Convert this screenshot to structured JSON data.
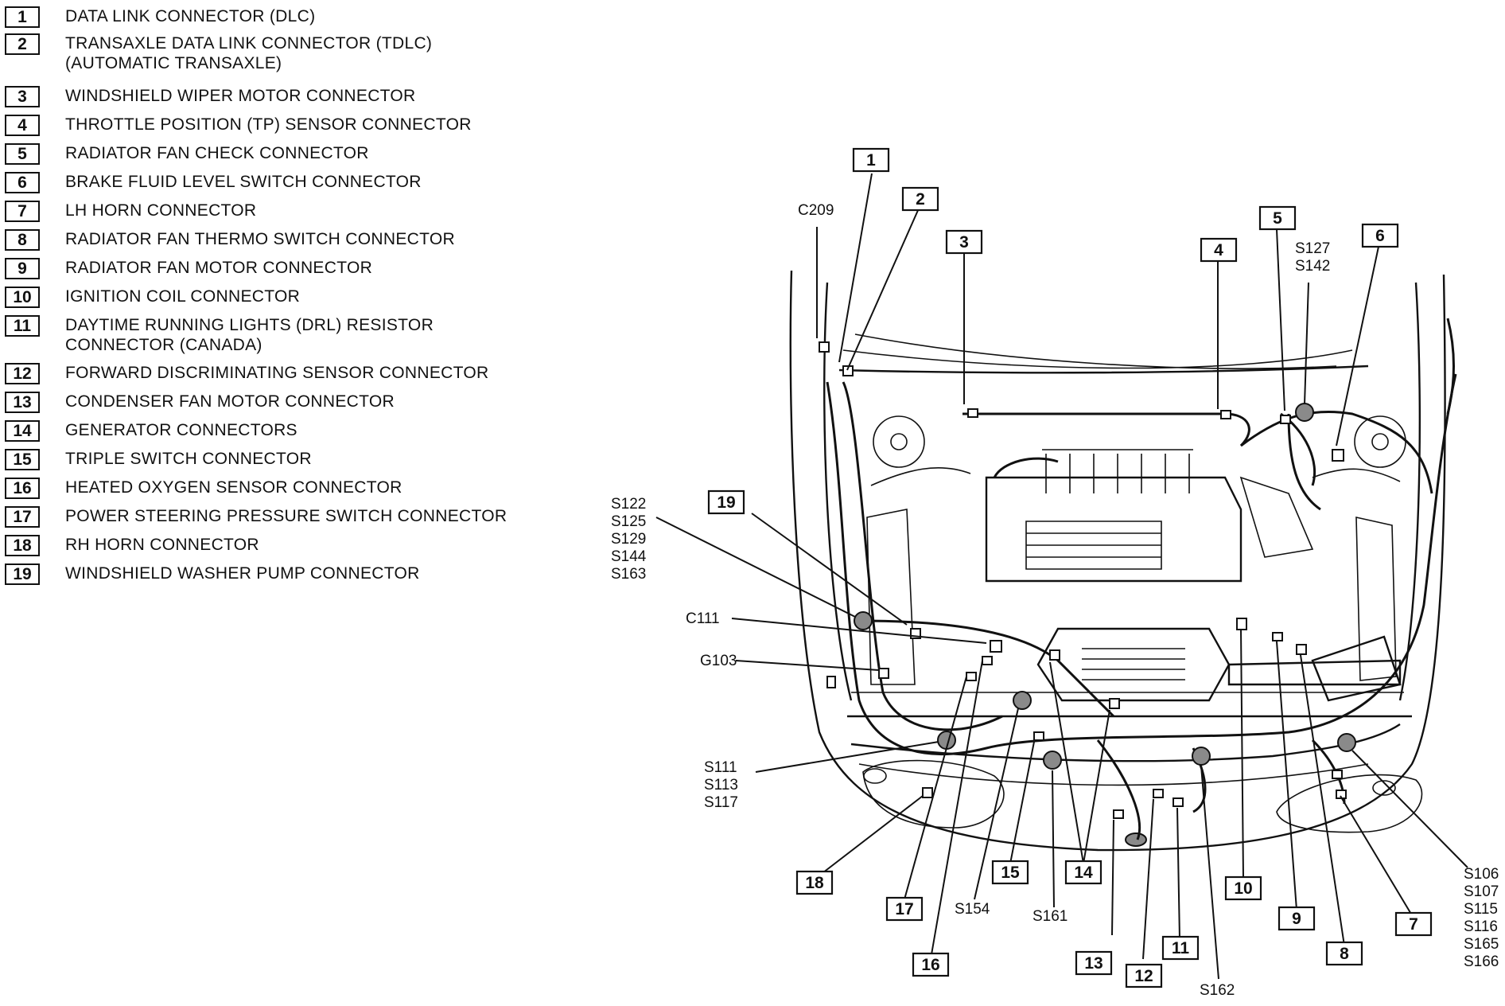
{
  "legend": [
    {
      "num": "1",
      "text": "DATA LINK CONNECTOR (DLC)"
    },
    {
      "num": "2",
      "text": "TRANSAXLE DATA LINK CONNECTOR (TDLC)\n(AUTOMATIC TRANSAXLE)"
    },
    {
      "num": "3",
      "text": "WINDSHIELD WIPER MOTOR CONNECTOR"
    },
    {
      "num": "4",
      "text": "THROTTLE POSITION (TP) SENSOR CONNECTOR"
    },
    {
      "num": "5",
      "text": "RADIATOR FAN CHECK CONNECTOR"
    },
    {
      "num": "6",
      "text": "BRAKE FLUID LEVEL SWITCH CONNECTOR"
    },
    {
      "num": "7",
      "text": "LH HORN CONNECTOR"
    },
    {
      "num": "8",
      "text": "RADIATOR FAN THERMO SWITCH CONNECTOR"
    },
    {
      "num": "9",
      "text": "RADIATOR FAN MOTOR CONNECTOR"
    },
    {
      "num": "10",
      "text": "IGNITION COIL CONNECTOR"
    },
    {
      "num": "11",
      "text": "DAYTIME RUNNING LIGHTS (DRL) RESISTOR\nCONNECTOR (CANADA)"
    },
    {
      "num": "12",
      "text": "FORWARD DISCRIMINATING SENSOR CONNECTOR"
    },
    {
      "num": "13",
      "text": "CONDENSER FAN MOTOR CONNECTOR"
    },
    {
      "num": "14",
      "text": "GENERATOR CONNECTORS"
    },
    {
      "num": "15",
      "text": "TRIPLE SWITCH CONNECTOR"
    },
    {
      "num": "16",
      "text": "HEATED OXYGEN SENSOR CONNECTOR"
    },
    {
      "num": "17",
      "text": "POWER STEERING PRESSURE SWITCH CONNECTOR"
    },
    {
      "num": "18",
      "text": "RH HORN CONNECTOR"
    },
    {
      "num": "19",
      "text": "WINDSHIELD WASHER PUMP CONNECTOR"
    }
  ],
  "splice_labels": {
    "c209": "C209",
    "s127_s142": "S127\nS142",
    "s122_group": "S122\nS125\nS129\nS144\nS163",
    "c111": "C111",
    "g103": "G103",
    "s111_group": "S111\nS113\nS117",
    "s154": "S154",
    "s161": "S161",
    "s162": "S162",
    "s106_group": "S106\nS107\nS115\nS116\nS165\nS166"
  },
  "callouts": [
    "1",
    "2",
    "3",
    "4",
    "5",
    "6",
    "7",
    "8",
    "9",
    "10",
    "11",
    "12",
    "13",
    "14",
    "15",
    "16",
    "17",
    "18",
    "19"
  ]
}
